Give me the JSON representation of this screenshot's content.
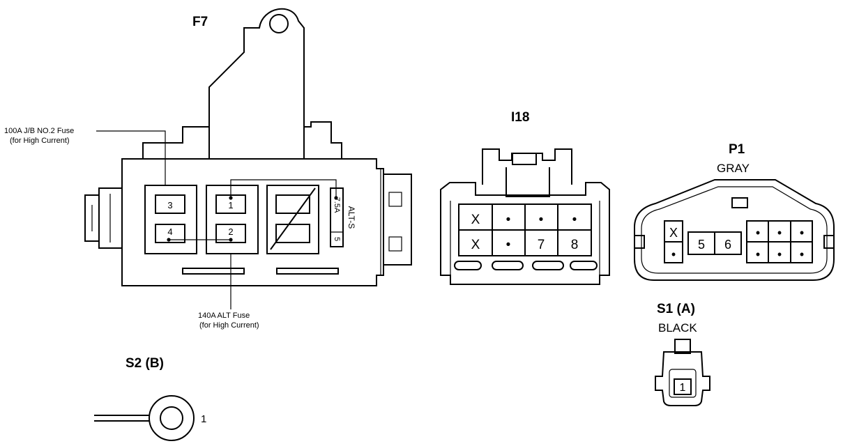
{
  "f7": {
    "title": "F7",
    "fuse_100a_line1": "100A J/B NO.2 Fuse",
    "fuse_100a_line2": "(for High Current)",
    "fuse_140a_line1": "140A ALT Fuse",
    "fuse_140a_line2": "(for High Current)",
    "pins": [
      "3",
      "1",
      "4",
      "2"
    ],
    "alts_label": "ALT-S",
    "alts_rating": "7.5A",
    "alts_pin": "5"
  },
  "i18": {
    "title": "I18",
    "top_row": [
      "X",
      "•",
      "•",
      "•"
    ],
    "bottom_row": [
      "X",
      "•",
      "7",
      "8"
    ]
  },
  "p1": {
    "title": "P1",
    "color": "GRAY",
    "left_top": "X",
    "left_bottom": "•",
    "mid_pins": [
      "5",
      "6"
    ],
    "right_top": [
      "•",
      "•",
      "•"
    ],
    "right_bottom": [
      "•",
      "•",
      "•"
    ]
  },
  "s1": {
    "title": "S1 (A)",
    "color": "BLACK",
    "pin": "1"
  },
  "s2": {
    "title": "S2 (B)",
    "pin": "1"
  }
}
